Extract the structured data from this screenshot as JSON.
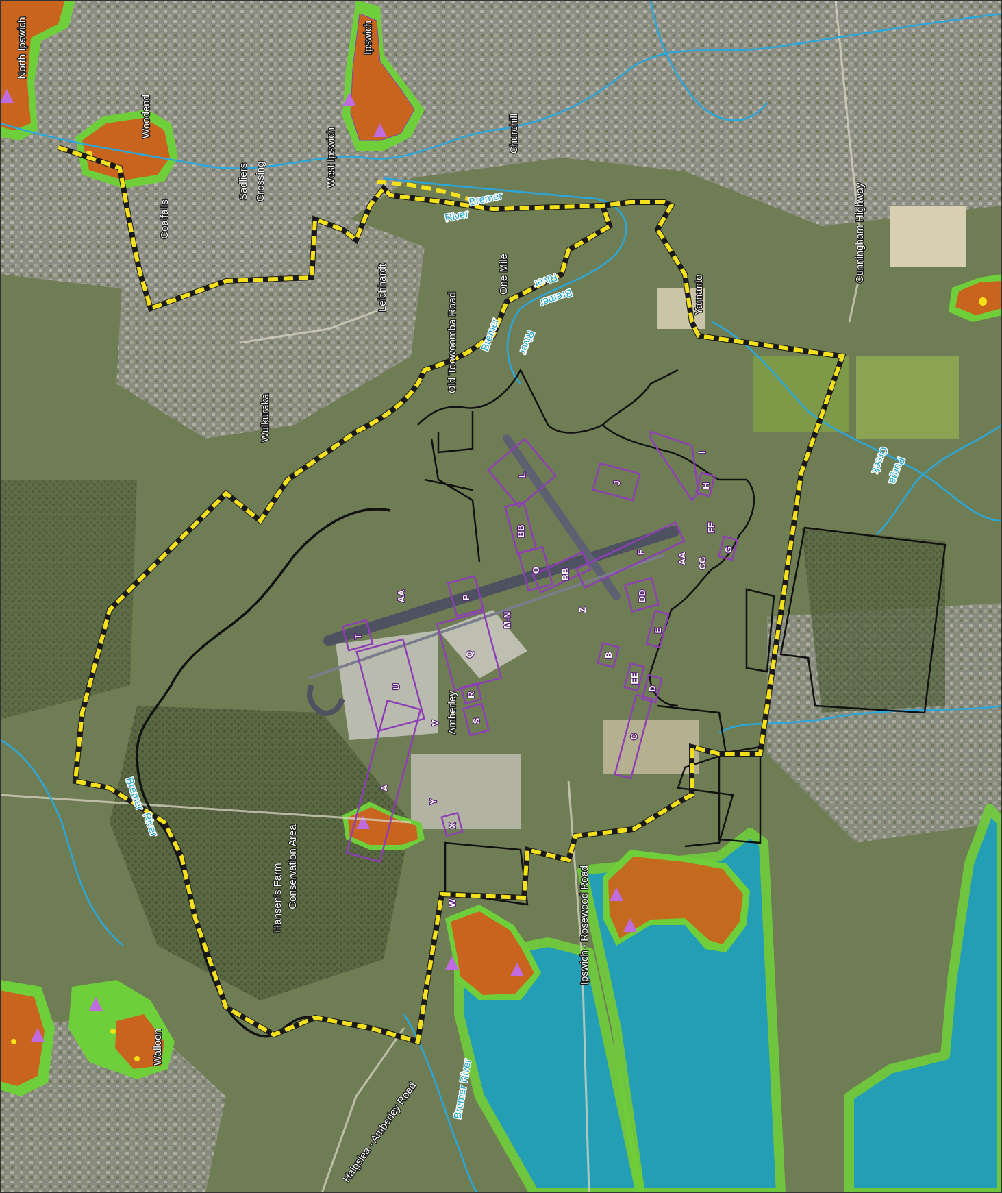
{
  "map": {
    "colors": {
      "study_boundary": "#f5e11a",
      "base_boundary": "#111111",
      "zone_outline": "#8e3fb5",
      "orange_area": "#c8641e",
      "green_buffer": "#6fcf3a",
      "blue_area": "#1aa3c2",
      "waterway": "#2aa7dc",
      "imagery_base": "#6f7d55"
    },
    "place_labels": [
      {
        "text": "North Ipswich",
        "name": "label-north-ipswich"
      },
      {
        "text": "Ipswich",
        "name": "label-ipswich"
      },
      {
        "text": "Woodend",
        "name": "label-woodend"
      },
      {
        "text": "West Ipswich",
        "name": "label-west-ipswich"
      },
      {
        "text": "Sadliers",
        "name": "label-sadliers"
      },
      {
        "text": "Crossing",
        "name": "label-crossing"
      },
      {
        "text": "Coalfalls",
        "name": "label-coalfalls"
      },
      {
        "text": "Churchill",
        "name": "label-churchill"
      },
      {
        "text": "Cunningham Highway",
        "name": "label-cunningham-highway"
      },
      {
        "text": "Yamanto",
        "name": "label-yamanto"
      },
      {
        "text": "One Mile",
        "name": "label-one-mile"
      },
      {
        "text": "Leichhardt",
        "name": "label-leichhardt"
      },
      {
        "text": "Old Toowoomba Road",
        "name": "label-old-toowoomba-road"
      },
      {
        "text": "Wulkuraka",
        "name": "label-wulkuraka"
      },
      {
        "text": "Amberley",
        "name": "label-amberley"
      },
      {
        "text": "Hansen's Farm",
        "name": "label-hansens-farm"
      },
      {
        "text": "Conservation Area",
        "name": "label-conservation-area"
      },
      {
        "text": "Ipswich - Rosewood Road",
        "name": "label-ipswich-rosewood-road"
      },
      {
        "text": "Walloon",
        "name": "label-walloon"
      },
      {
        "text": "Haigslea - Amberley Road",
        "name": "label-haigslea-amberley-road"
      }
    ],
    "water_labels": [
      {
        "text": "Bremer",
        "name": "label-bremer-river-north-1"
      },
      {
        "text": "River",
        "name": "label-bremer-river-north-2"
      },
      {
        "text": "Bremer",
        "name": "label-bremer-river-mid-1"
      },
      {
        "text": "River",
        "name": "label-bremer-river-mid-2"
      },
      {
        "text": "Bremer",
        "name": "label-bremer-river-east-1"
      },
      {
        "text": "River",
        "name": "label-bremer-river-east-2"
      },
      {
        "text": "Bremer",
        "name": "label-bremer-river-west-1"
      },
      {
        "text": "River",
        "name": "label-bremer-river-west-2"
      },
      {
        "text": "Bremer River",
        "name": "label-bremer-river-south"
      },
      {
        "text": "Purga",
        "name": "label-purga-creek-1"
      },
      {
        "text": "Creek",
        "name": "label-purga-creek-2"
      }
    ],
    "zones": [
      "A",
      "B",
      "C",
      "D",
      "E",
      "F",
      "G",
      "H",
      "I",
      "J",
      "L",
      "M-N",
      "O",
      "P",
      "Q",
      "R",
      "S",
      "T",
      "U",
      "V",
      "W",
      "X",
      "Y",
      "Z",
      "AA",
      "BB",
      "CC",
      "DD",
      "EE",
      "FF"
    ],
    "zone_labels": [
      {
        "text": "A"
      },
      {
        "text": "B"
      },
      {
        "text": "C"
      },
      {
        "text": "D"
      },
      {
        "text": "E"
      },
      {
        "text": "F"
      },
      {
        "text": "G"
      },
      {
        "text": "H"
      },
      {
        "text": "I"
      },
      {
        "text": "J"
      },
      {
        "text": "L"
      },
      {
        "text": "M-N"
      },
      {
        "text": "O"
      },
      {
        "text": "P"
      },
      {
        "text": "Q"
      },
      {
        "text": "R"
      },
      {
        "text": "S"
      },
      {
        "text": "T"
      },
      {
        "text": "U"
      },
      {
        "text": "V"
      },
      {
        "text": "W"
      },
      {
        "text": "X"
      },
      {
        "text": "Y"
      },
      {
        "text": "Z"
      },
      {
        "text": "AA"
      },
      {
        "text": "AA"
      },
      {
        "text": "BB"
      },
      {
        "text": "BB"
      },
      {
        "text": "CC"
      },
      {
        "text": "DD"
      },
      {
        "text": "EE"
      },
      {
        "text": "FF"
      }
    ]
  }
}
